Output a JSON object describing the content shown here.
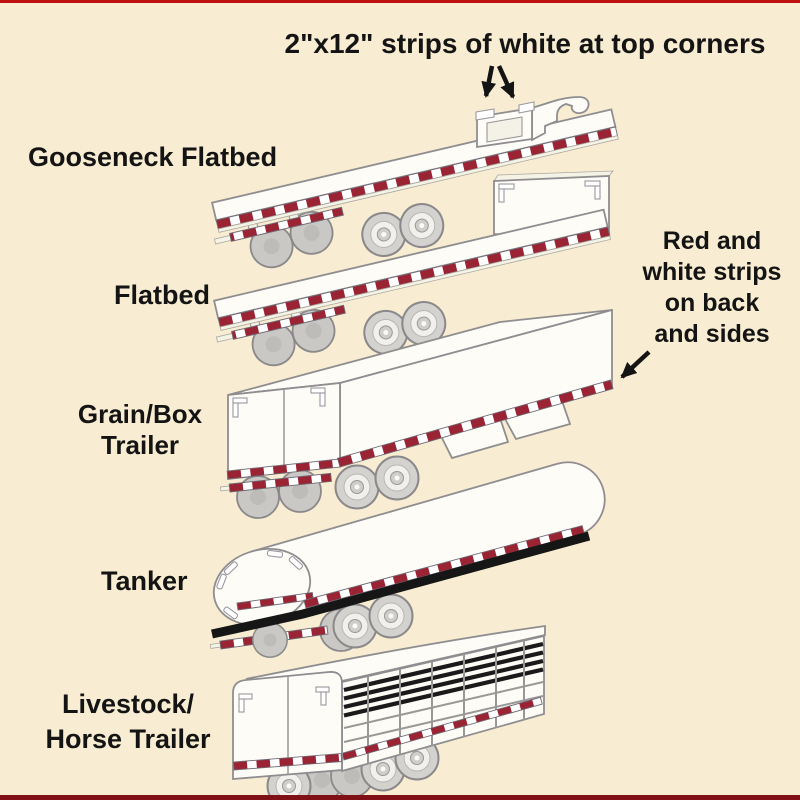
{
  "diagram": {
    "top_note": "2\"x12\" strips of white at top corners",
    "side_note": "Red and\nwhite strips\non back\nand sides",
    "trailers": [
      {
        "id": "gooseneck-flatbed",
        "label": "Gooseneck Flatbed"
      },
      {
        "id": "flatbed",
        "label": "Flatbed"
      },
      {
        "id": "grain-box-trailer",
        "label": "Grain/Box\nTrailer"
      },
      {
        "id": "tanker",
        "label": "Tanker"
      },
      {
        "id": "livestock-horse-trailer",
        "label": "Livestock/\nHorse Trailer"
      }
    ],
    "colors": {
      "background": "#f8edd2",
      "stripe_red": "#9a2433",
      "stripe_white": "#ffffff",
      "text": "#141414",
      "rail_black": "#161616",
      "top_border": "#c01010",
      "bottom_border": "#7e1016"
    }
  }
}
